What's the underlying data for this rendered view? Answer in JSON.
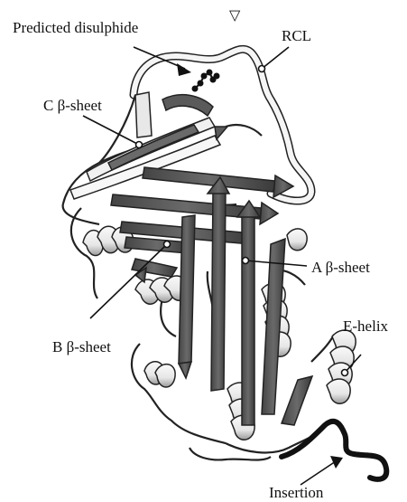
{
  "labels": {
    "predicted_disulphide": "Predicted disulphide",
    "rcl": "RCL",
    "c_sheet": "C β-sheet",
    "a_sheet": "A β-sheet",
    "b_sheet": "B β-sheet",
    "e_helix": "E-helix",
    "insertion": "Insertion",
    "top_marker": "▽"
  },
  "colors": {
    "strand": "#555555",
    "helix_light": "#f2f2f2",
    "helix_dark": "#9a9a9a",
    "coil": "#222222",
    "background": "#ffffff"
  }
}
